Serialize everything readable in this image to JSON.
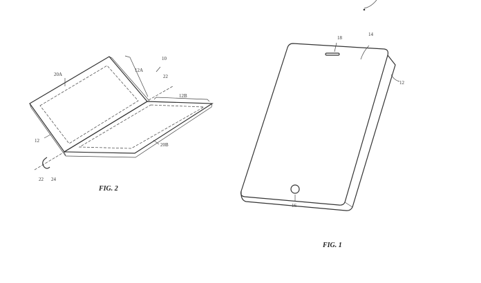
{
  "figures": [
    {
      "caption": "FIG. 2",
      "labels": {
        "device": "10",
        "upper_housing": "12A",
        "upper_display": "20A",
        "axis": "22",
        "lower_housing": "12B",
        "housing": "12",
        "lower_display": "20B",
        "axis_end": "22",
        "rotation": "24"
      }
    },
    {
      "caption": "FIG. 1",
      "labels": {
        "speaker": "18",
        "display": "14",
        "housing": "12",
        "button": "16"
      }
    }
  ]
}
